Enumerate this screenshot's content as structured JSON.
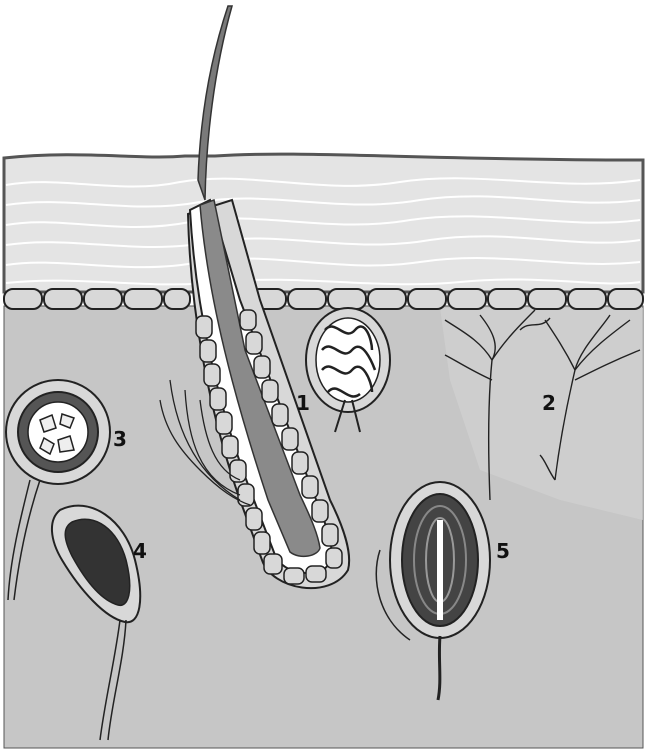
{
  "labels": {
    "l1": "1",
    "l2": "2",
    "l3": "3",
    "l4": "4",
    "l5": "5"
  },
  "colors": {
    "epidermis": "#e4e4e4",
    "dermis": "#c6c6c6",
    "basal_cell": "#d8d8d8",
    "outline": "#222222",
    "hair": "#8a8a8a",
    "sheath": "#ffffff"
  }
}
